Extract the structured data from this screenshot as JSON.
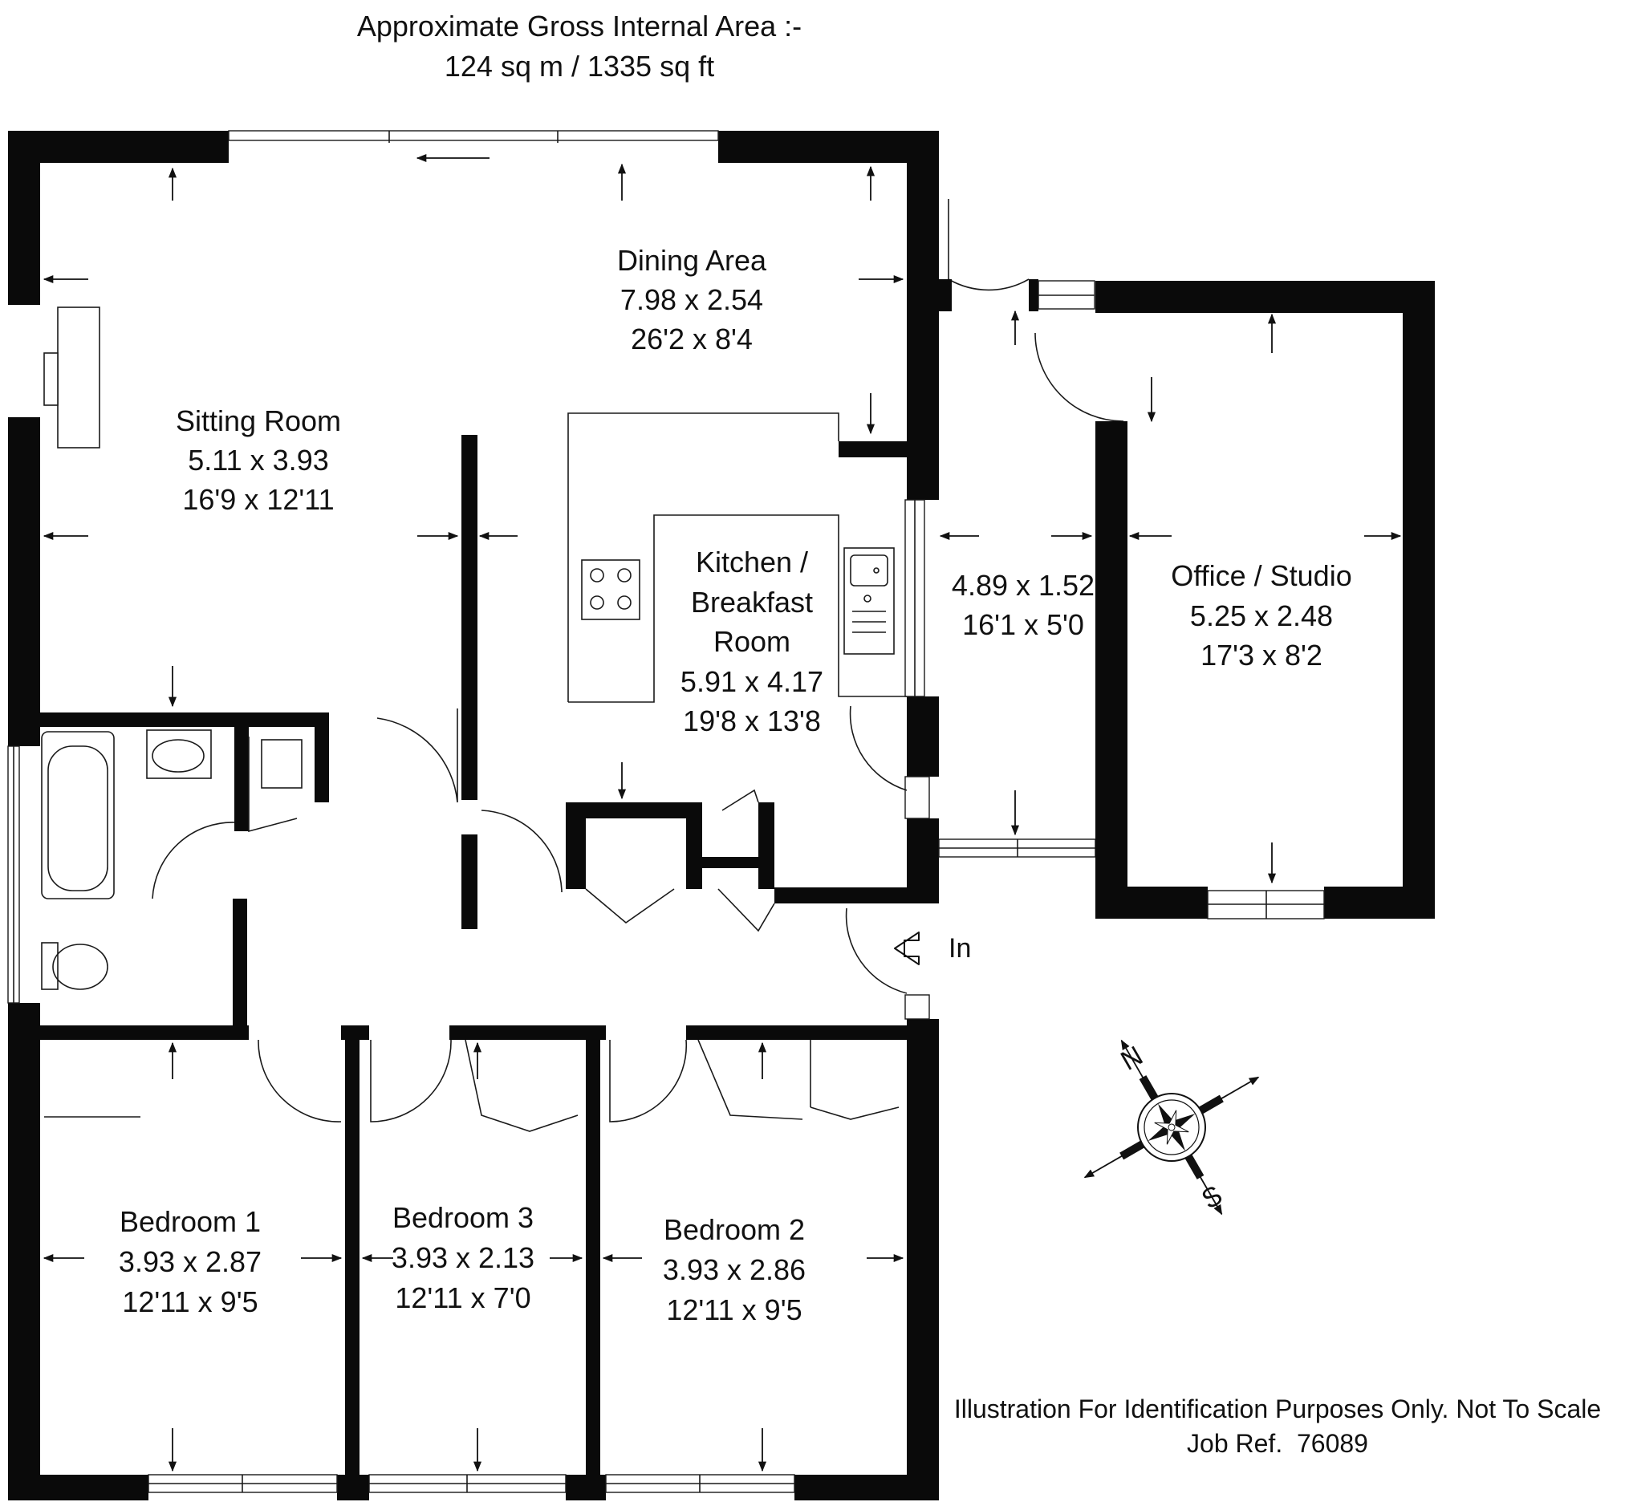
{
  "header": {
    "line1": "Approximate Gross Internal Area :-",
    "line2": "124 sq m / 1335 sq ft"
  },
  "rooms": {
    "dining": {
      "name": "Dining Area",
      "metric": "7.98 x 2.54",
      "imperial": "26'2 x 8'4"
    },
    "sitting": {
      "name": "Sitting Room",
      "metric": "5.11 x 3.93",
      "imperial": "16'9 x 12'11"
    },
    "kitchen": {
      "name1": "Kitchen /",
      "name2": "Breakfast",
      "name3": "Room",
      "metric": "5.91 x 4.17",
      "imperial": "19'8 x 13'8"
    },
    "hall": {
      "metric": "4.89 x 1.52",
      "imperial": "16'1 x 5'0"
    },
    "office": {
      "name": "Office / Studio",
      "metric": "5.25 x 2.48",
      "imperial": "17'3 x 8'2"
    },
    "bedroom1": {
      "name": "Bedroom 1",
      "metric": "3.93 x 2.87",
      "imperial": "12'11 x 9'5"
    },
    "bedroom3": {
      "name": "Bedroom 3",
      "metric": "3.93 x 2.13",
      "imperial": "12'11 x 7'0"
    },
    "bedroom2": {
      "name": "Bedroom 2",
      "metric": "3.93 x 2.86",
      "imperial": "12'11 x 9'5"
    }
  },
  "entrance": {
    "label": "In"
  },
  "compass": {
    "north": "N",
    "south": "S"
  },
  "footer": {
    "disclaimer": "Illustration For Identification Purposes Only. Not To Scale",
    "job_ref": "Job Ref.  76089"
  }
}
